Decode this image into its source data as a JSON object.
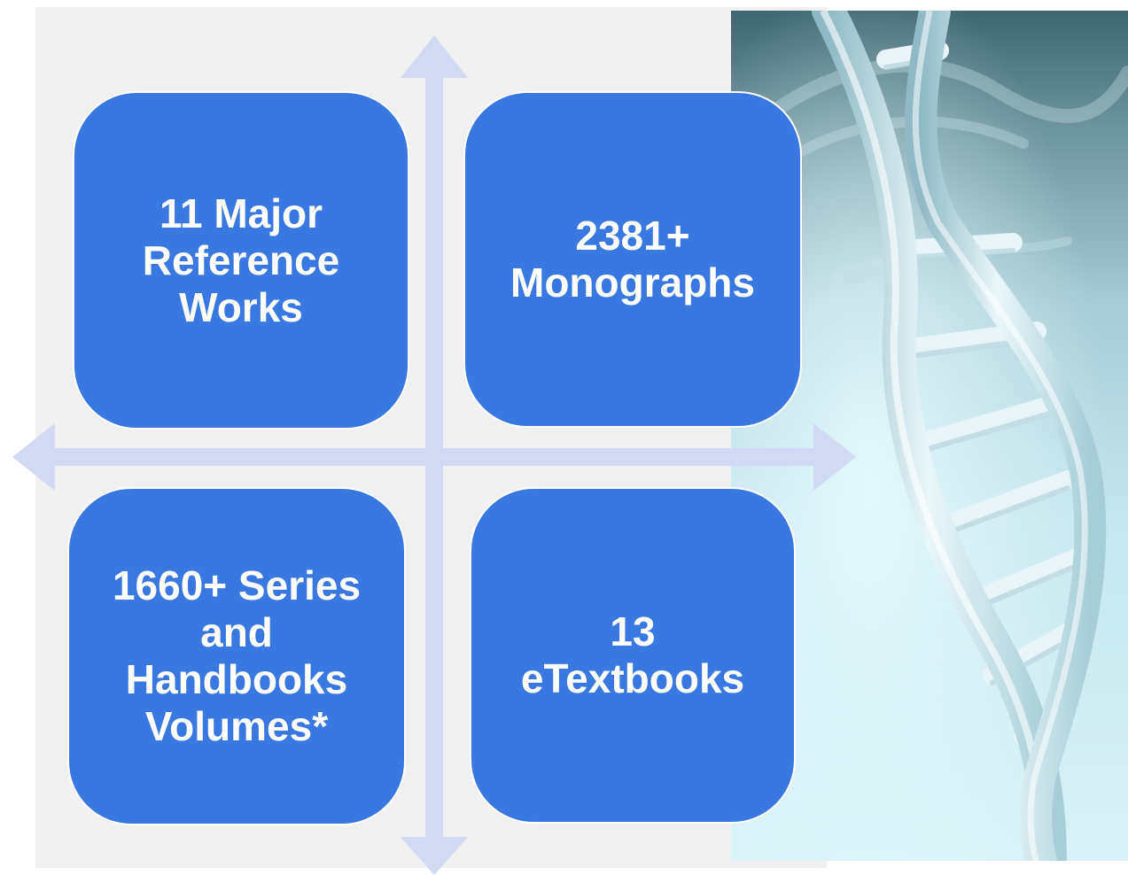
{
  "tiles": [
    {
      "lines": [
        "11 Major",
        "Reference",
        "Works"
      ]
    },
    {
      "lines": [
        "2381+",
        "Monographs"
      ]
    },
    {
      "lines": [
        "1660+ Series",
        "and",
        "Handbooks",
        "Volumes*"
      ]
    },
    {
      "lines": [
        "13",
        "eTextbooks"
      ]
    }
  ],
  "colors": {
    "tile_fill": "#3978e0",
    "tile_text": "#ffffff",
    "arrow": "#d2d9f2",
    "panel_background": "#f0f0f0"
  },
  "image": {
    "subject": "dna-double-helix"
  }
}
